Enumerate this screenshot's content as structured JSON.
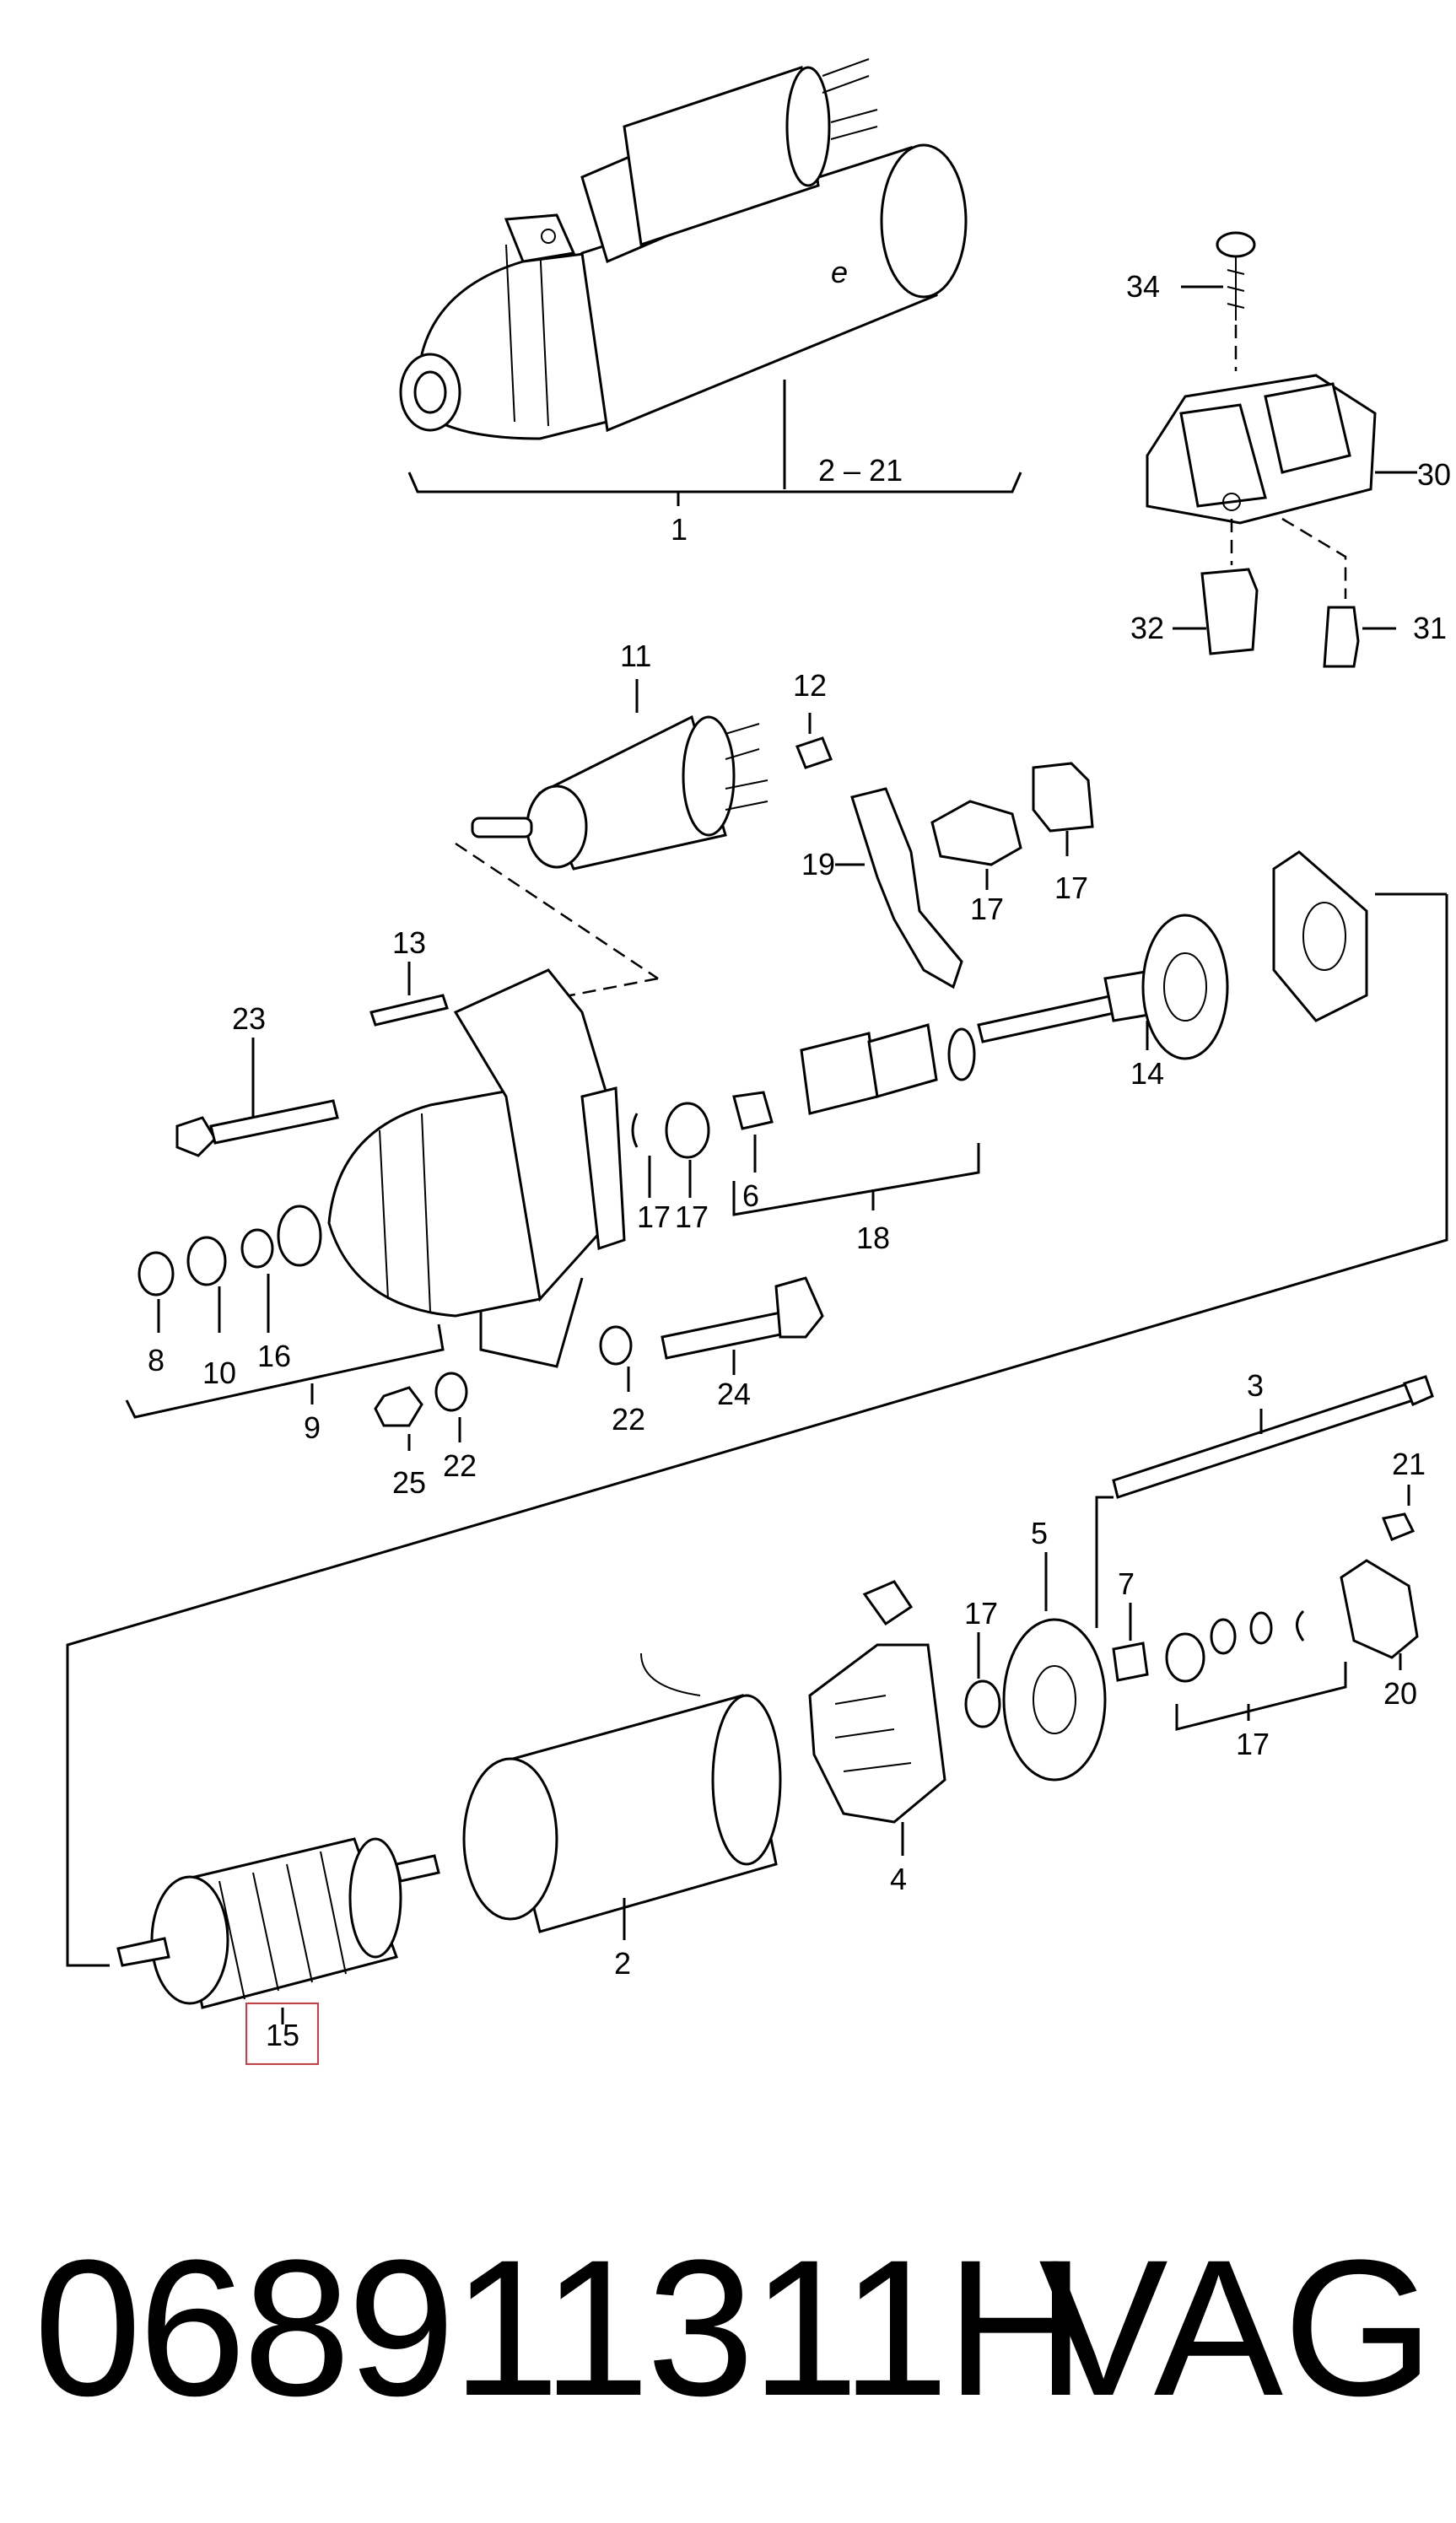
{
  "callouts": {
    "c1": "1",
    "c2_21": "2 – 21",
    "c34": "34",
    "c30": "30",
    "c32": "32",
    "c31": "31",
    "c11": "11",
    "c12": "12",
    "c19": "19",
    "c17a": "17",
    "c17b": "17",
    "c13": "13",
    "c23": "23",
    "c14": "14",
    "c17c": "17",
    "c17d": "17",
    "c6": "6",
    "c18": "18",
    "c8": "8",
    "c10": "10",
    "c16": "16",
    "c9": "9",
    "c22a": "22",
    "c24": "24",
    "c25": "25",
    "c22b": "22",
    "c3": "3",
    "c21": "21",
    "c5": "5",
    "c7": "7",
    "c17e": "17",
    "c20": "20",
    "c17f": "17",
    "c4": "4",
    "c2": "2",
    "c15": "15"
  },
  "highlight_color": "#d9363e",
  "footer": {
    "part_number": "068911311H",
    "brand": "VAG"
  }
}
